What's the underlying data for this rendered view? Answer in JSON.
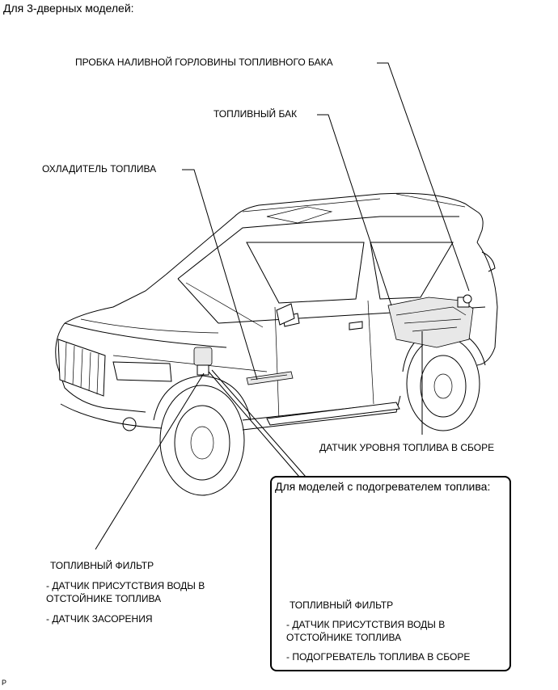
{
  "heading": "Для 3-дверных моделей:",
  "labels": {
    "filler_cap": "ПРОБКА НАЛИВНОЙ ГОРЛОВИНЫ ТОПЛИВНОГО БАКА",
    "fuel_tank": "ТОПЛИВНЫЙ БАК",
    "fuel_cooler": "ОХЛАДИТЕЛЬ ТОПЛИВА",
    "fuel_gauge": "ДАТЧИК УРОВНЯ ТОПЛИВА В СБОРЕ",
    "fuel_filter": "ТОПЛИВНЫЙ ФИЛЬТР",
    "water_sensor_1": "- ДАТЧИК ПРИСУТСТВИЯ ВОДЫ В",
    "water_sensor_2": "ОТСТОЙНИКЕ ТОПЛИВА",
    "clog_sensor": "- ДАТЧИК ЗАСОРЕНИЯ"
  },
  "inset": {
    "title": "Для моделей с подогревателем топлива:",
    "filter": "ТОПЛИВНЫЙ ФИЛЬТР",
    "water_sensor_1": "- ДАТЧИК ПРИСУТСТВИЯ ВОДЫ В",
    "water_sensor_2": "ОТСТОЙНИКЕ ТОПЛИВА",
    "heater": "- ПОДОГРЕВАТЕЛЬ ТОПЛИВА В СБОРЕ"
  },
  "corner_mark": "P"
}
